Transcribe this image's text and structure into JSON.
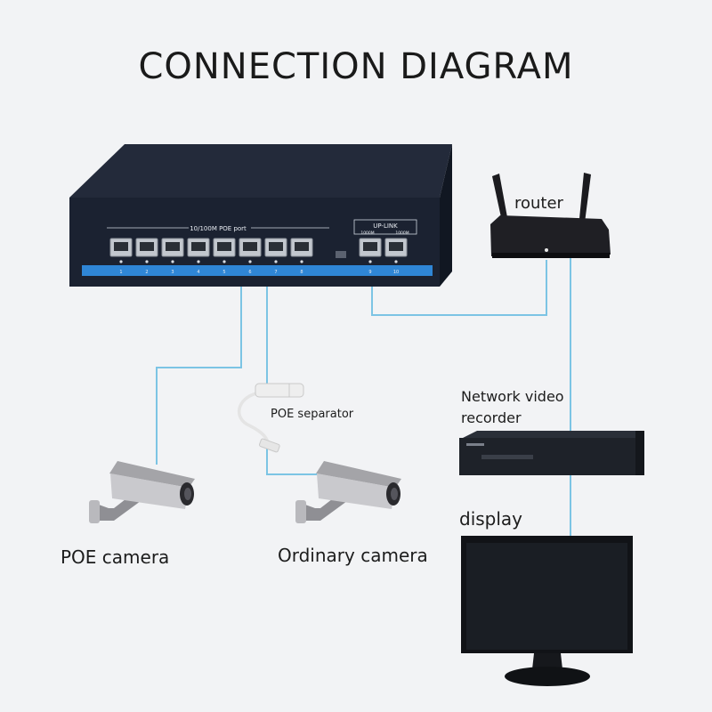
{
  "title": "CONNECTION DIAGRAM",
  "switch": {
    "poe_group_label": "10/100M  POE port",
    "uplink_label": "UP-LINK",
    "uplink_port_labels": [
      "1000M",
      "1000M"
    ],
    "port_numbers": [
      "1",
      "2",
      "3",
      "4",
      "5",
      "6",
      "7",
      "8",
      "9",
      "10"
    ]
  },
  "labels": {
    "router": "router",
    "nvr_line1": "Network video",
    "nvr_line2": "recorder",
    "display": "display",
    "poe_separator": "POE separator",
    "poe_camera": "POE camera",
    "ordinary_camera": "Ordinary camera"
  },
  "colors": {
    "background": "#f2f3f5",
    "cable": "#7cc4e4",
    "switch_body": "#1b2231",
    "switch_stripe": "#2f86d6"
  }
}
